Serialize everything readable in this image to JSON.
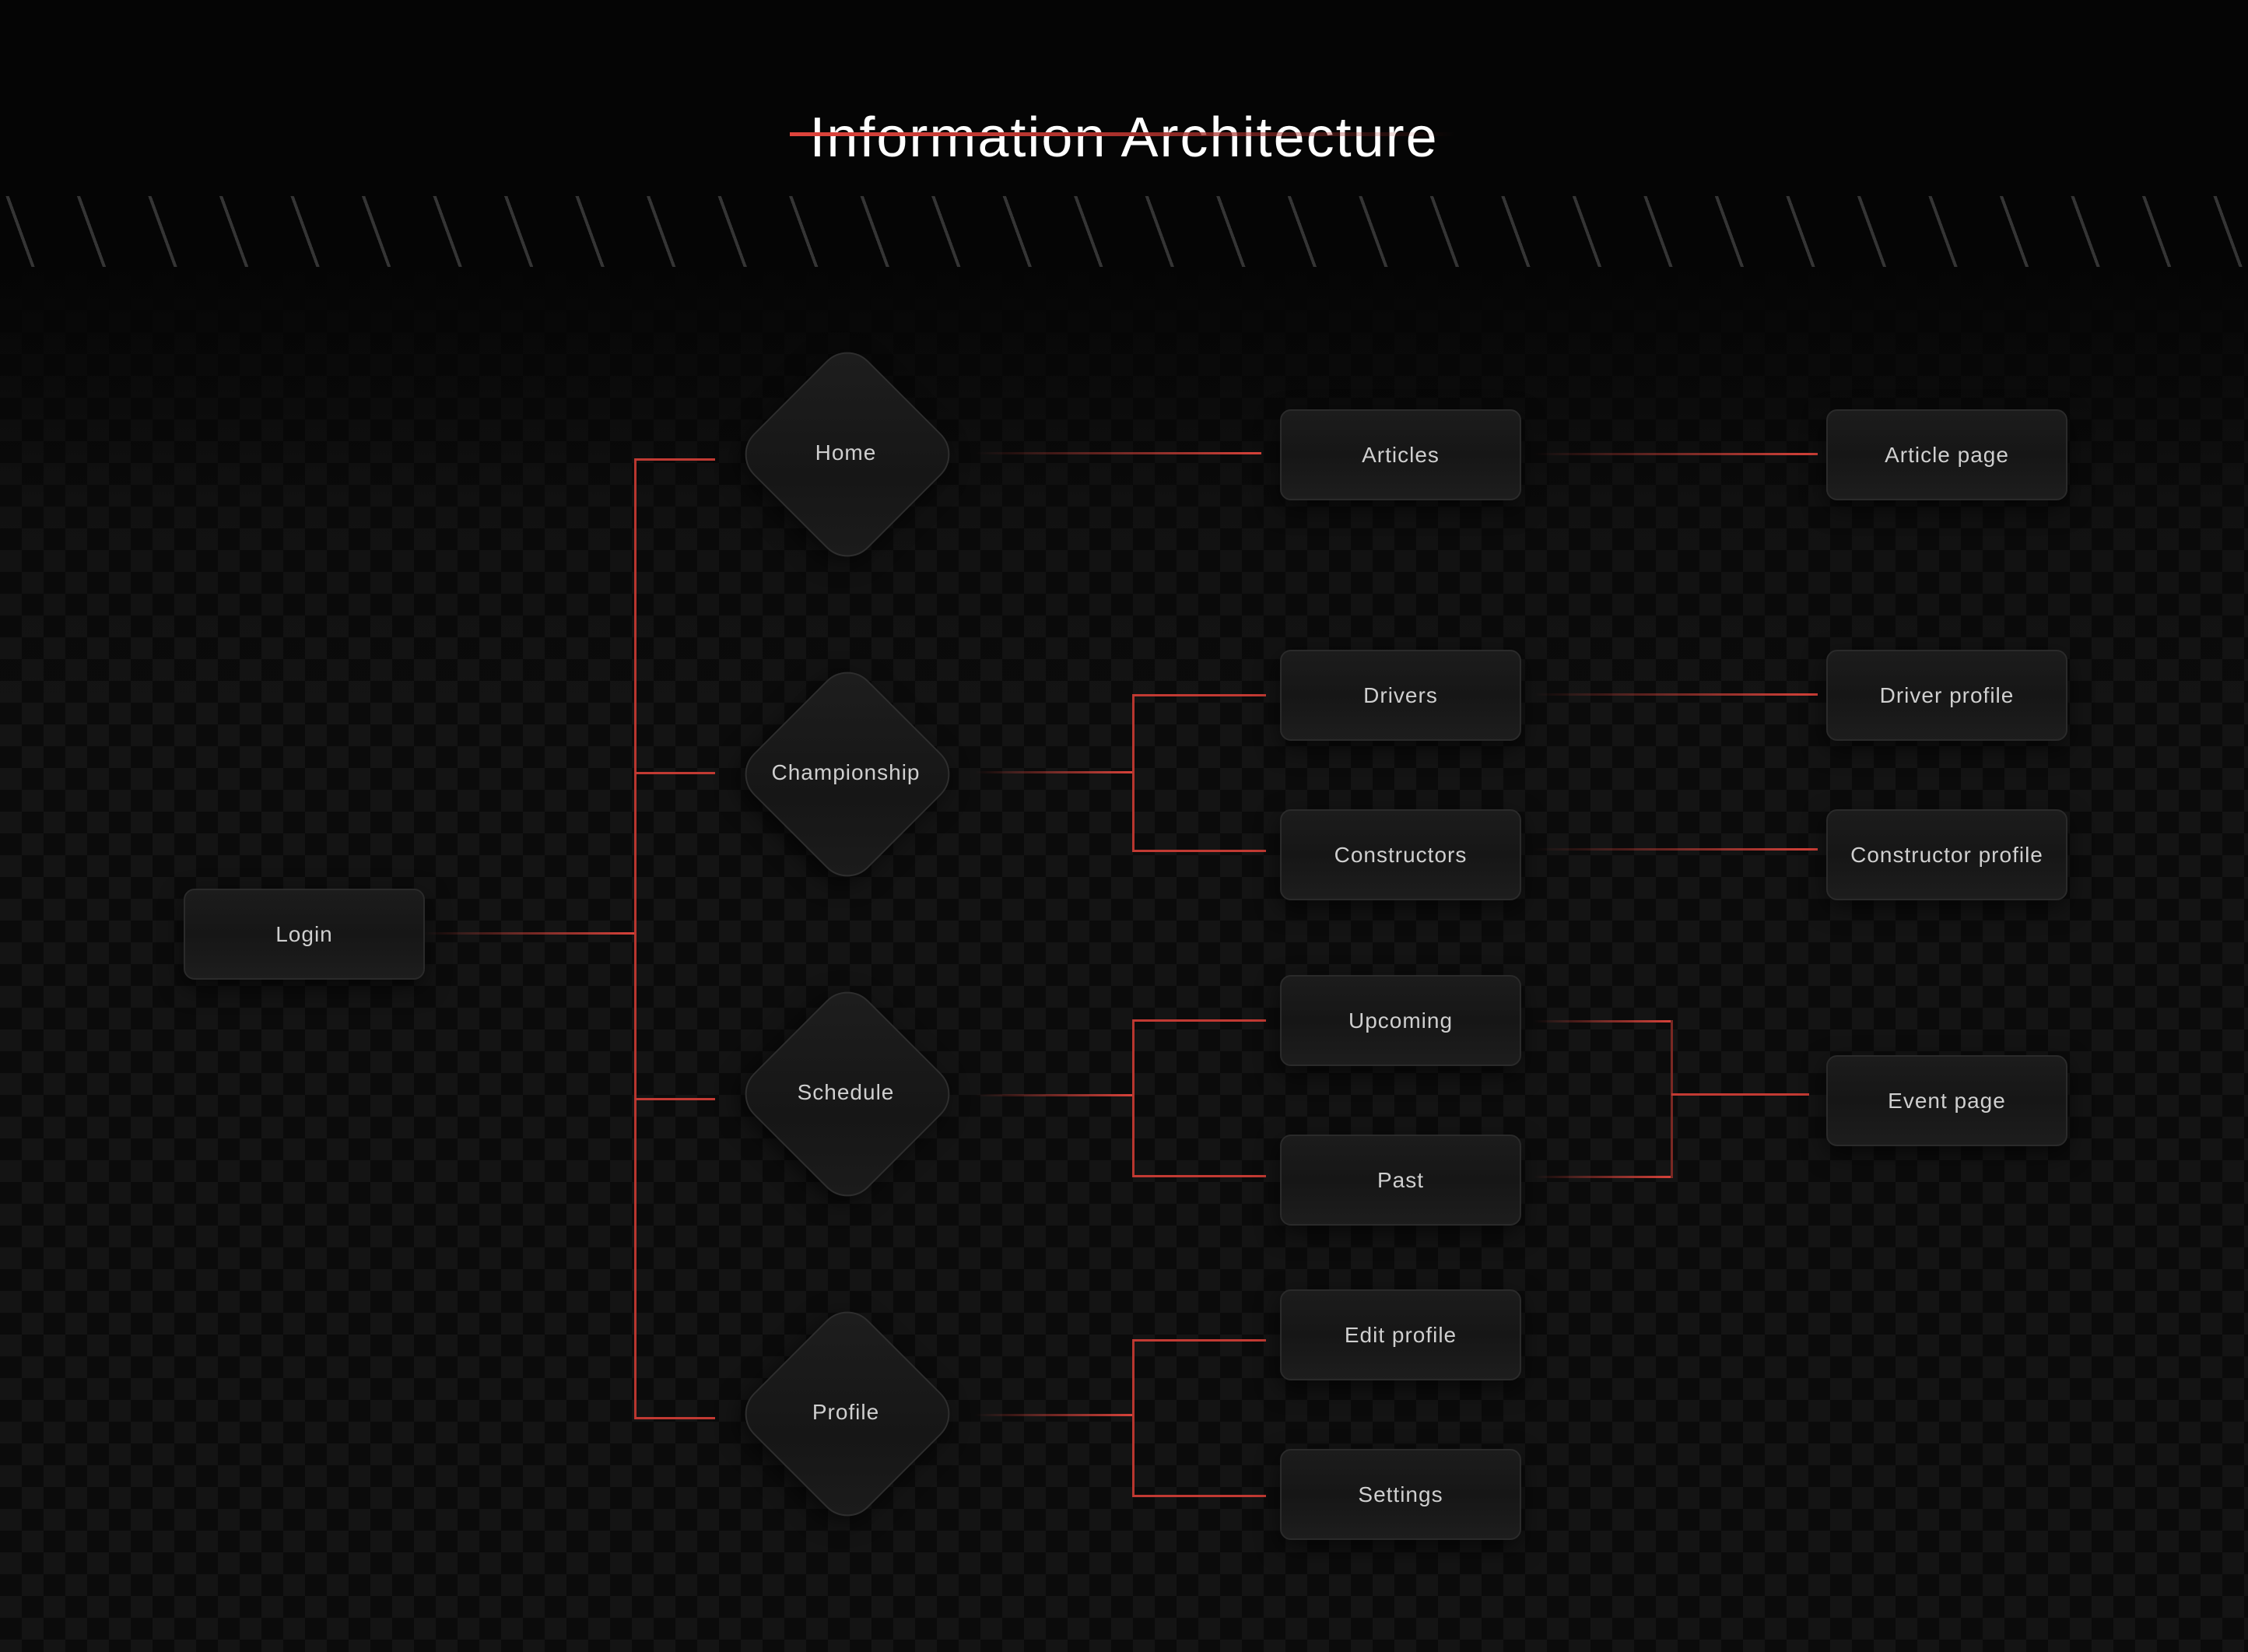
{
  "title": "Information Architecture",
  "nodes": {
    "login": "Login",
    "home": "Home",
    "championship": "Championship",
    "schedule": "Schedule",
    "profile": "Profile",
    "articles": "Articles",
    "drivers": "Drivers",
    "constructors": "Constructors",
    "upcoming": "Upcoming",
    "past": "Past",
    "edit_profile": "Edit profile",
    "settings": "Settings",
    "article_page": "Article page",
    "driver_profile": "Driver profile",
    "constructor_profile": "Constructor profile",
    "event_page": "Event page"
  },
  "edges": [
    [
      "Login",
      "Home"
    ],
    [
      "Login",
      "Championship"
    ],
    [
      "Login",
      "Schedule"
    ],
    [
      "Login",
      "Profile"
    ],
    [
      "Home",
      "Articles"
    ],
    [
      "Championship",
      "Drivers"
    ],
    [
      "Championship",
      "Constructors"
    ],
    [
      "Schedule",
      "Upcoming"
    ],
    [
      "Schedule",
      "Past"
    ],
    [
      "Profile",
      "Edit profile"
    ],
    [
      "Profile",
      "Settings"
    ],
    [
      "Articles",
      "Article page"
    ],
    [
      "Drivers",
      "Driver profile"
    ],
    [
      "Constructors",
      "Constructor profile"
    ],
    [
      "Upcoming",
      "Event page"
    ],
    [
      "Past",
      "Event page"
    ]
  ],
  "colors": {
    "accent": "#d8423a",
    "background": "#0b0b0b",
    "node": "#1a1a1a",
    "text": "#cfcfcf"
  }
}
